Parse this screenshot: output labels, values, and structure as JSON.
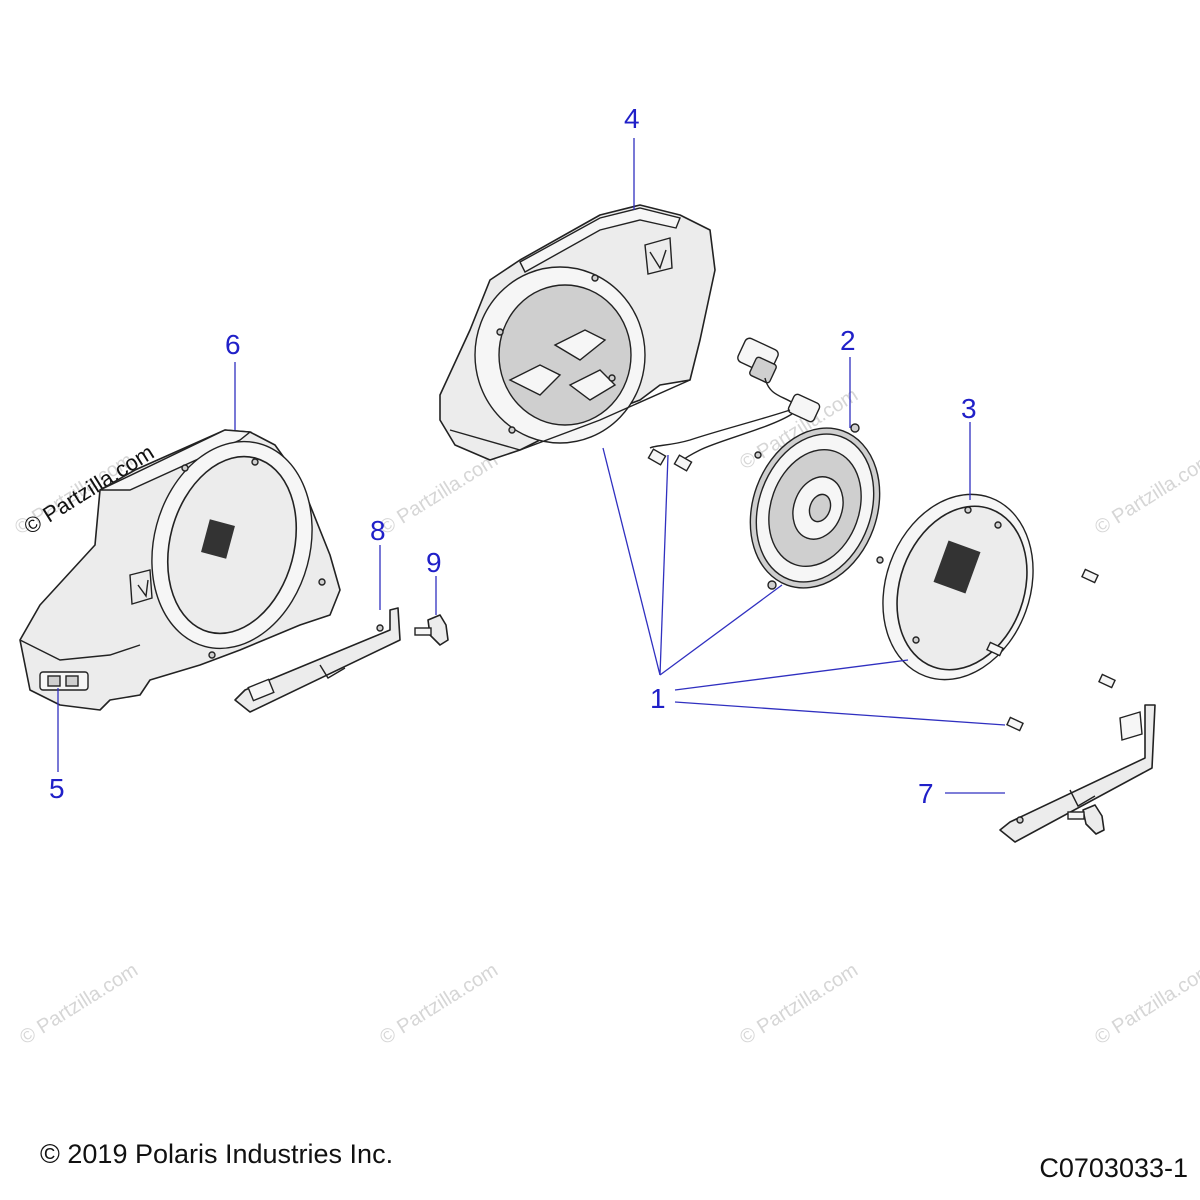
{
  "watermark": "© Partzilla.com",
  "copyright": "© 2019 Polaris Industries Inc.",
  "drawing_number": "C0703033-1",
  "callouts": [
    "1",
    "2",
    "3",
    "4",
    "5",
    "6",
    "7",
    "8",
    "9"
  ]
}
